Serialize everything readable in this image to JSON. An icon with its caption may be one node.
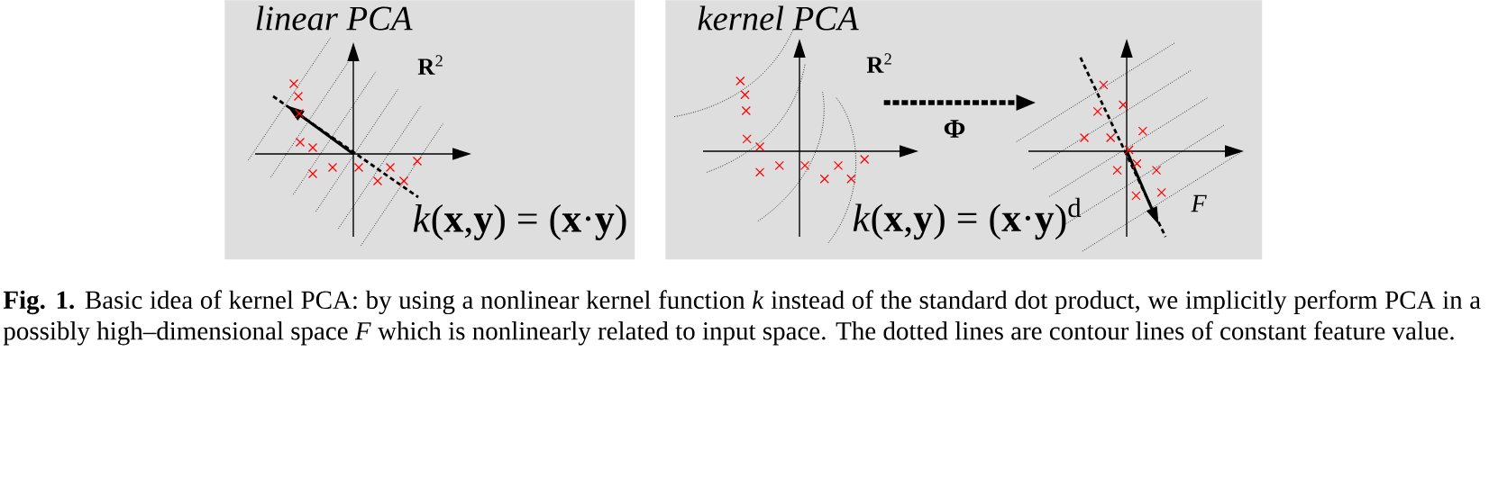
{
  "diagram": {
    "caption": "**Fig. 1.** Basic idea of kernel PCA: by using a nonlinear kernel function *k* instead of the standard dot product, we implicitly perform PCA in a possibly high–dimensional space *F* which is nonlinearly related to input space. The dotted lines are contour lines of constant feature value.",
    "nodes": [
      {
        "text": [
          "linear PCA"
        ]
      },
      {
        "text": [
          "kernel PCA"
        ]
      },
      {
        "text": [],
        "shape": "picture",
        "in": 1
      },
      {
        "text": [],
        "shape": "picture",
        "in": 1
      }
    ],
    "edges": [
      {
        "from": 2,
        "to": 3,
        "arrow": "to",
        "label": "Φ",
        "style": "dashed"
      }
    ],
    "labels": [
      "**R**$^{2}$",
      "*k*(**x**,**y**) = (**x**·**y**)",
      "**R**$^{2}$",
      "*k*(**x**,**y**) = (**x**·**y**)$^{d}$",
      "F"
    ]
  }
}
